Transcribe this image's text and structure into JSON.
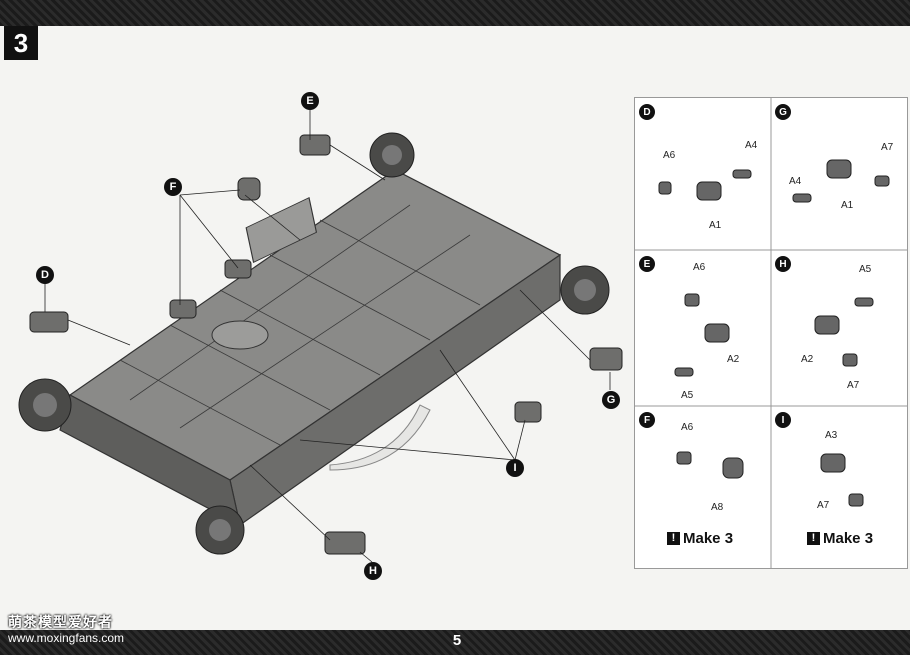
{
  "step": {
    "number": "3"
  },
  "page": {
    "number": "5"
  },
  "watermark": {
    "text": "萌茶模型爱好者",
    "url": "www.moxingfans.com"
  },
  "callouts": {
    "E": "E",
    "F": "F",
    "D": "D",
    "G": "G",
    "I": "I",
    "H": "H"
  },
  "sub_steps": [
    {
      "id": "D",
      "parts": [
        "A6",
        "A4",
        "A1"
      ]
    },
    {
      "id": "G",
      "parts": [
        "A7",
        "A4",
        "A1"
      ]
    },
    {
      "id": "E",
      "parts": [
        "A6",
        "A2",
        "A5"
      ]
    },
    {
      "id": "H",
      "parts": [
        "A5",
        "A2",
        "A7"
      ]
    },
    {
      "id": "F",
      "parts": [
        "A6",
        "A8"
      ],
      "note": "Make 3"
    },
    {
      "id": "I",
      "parts": [
        "A3",
        "A7"
      ],
      "note": "Make 3"
    }
  ],
  "note_icon": "!"
}
